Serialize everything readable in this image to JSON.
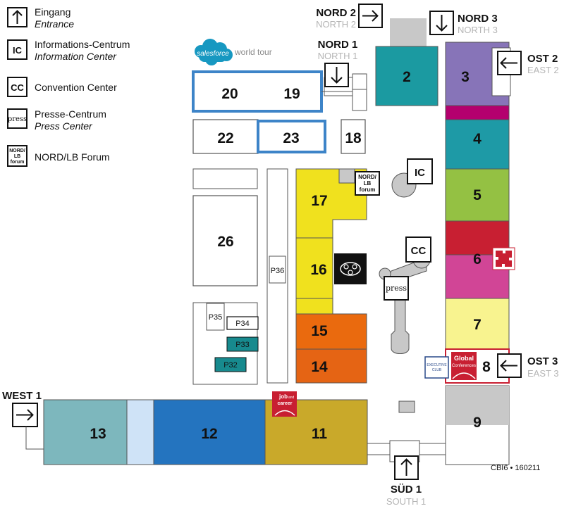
{
  "legend": {
    "entrance": {
      "symbol": "arrow-up-icon",
      "label": "Eingang",
      "label_en": "Entrance"
    },
    "info": {
      "symbol": "IC",
      "label": "Informations-Centrum",
      "label_en": "Information Center"
    },
    "convention": {
      "symbol": "CC",
      "label": "Convention Center"
    },
    "press": {
      "symbol": "press",
      "label": "Presse-Centrum",
      "label_en": "Press Center"
    },
    "forum": {
      "symbol_lines": [
        "NORD/",
        "LB",
        "forum"
      ],
      "label": "NORD/LB Forum"
    }
  },
  "sponsor_logo": {
    "brand": "salesforce",
    "text": "world tour"
  },
  "halls": {
    "h2": "2",
    "h3": "3",
    "h4": "4",
    "h5": "5",
    "h6": "6",
    "h7": "7",
    "h8": "8",
    "h9": "9",
    "h11": "11",
    "h12": "12",
    "h13": "13",
    "h14": "14",
    "h15": "15",
    "h16": "16",
    "h17": "17",
    "h18": "18",
    "h19": "19",
    "h20": "20",
    "h22": "22",
    "h23": "23",
    "h26": "26"
  },
  "pavilions": {
    "p32": "P32",
    "p33": "P33",
    "p34": "P34",
    "p35": "P35",
    "p36": "P36"
  },
  "markers": {
    "ic": "IC",
    "cc": "CC",
    "press": "press",
    "forum_lines": [
      "NORD/",
      "LB",
      "forum"
    ],
    "executive_lines": [
      "EXECUTIVE",
      "CLUB"
    ],
    "global_lines": [
      "Global",
      "Conferences"
    ],
    "job_lines": [
      "job",
      "and",
      "career"
    ]
  },
  "gates": {
    "nord1": {
      "label": "NORD 1",
      "label_en": "NORTH 1"
    },
    "nord2": {
      "label": "NORD 2",
      "label_en": "NORTH 2"
    },
    "nord3": {
      "label": "NORD 3",
      "label_en": "NORTH 3"
    },
    "ost2": {
      "label": "OST 2",
      "label_en": "EAST 2"
    },
    "ost3": {
      "label": "OST 3",
      "label_en": "EAST 3"
    },
    "west1": {
      "label": "WEST 1"
    },
    "sud1": {
      "label": "SÜD 1",
      "label_en": "SOUTH 1"
    }
  },
  "footnote": "CBI6 • 160211",
  "colors": {
    "hall2": "#1b9aa1",
    "hall3": "#8774b8",
    "hall3_band": "#b4006e",
    "hall4": "#1e9aa6",
    "hall5": "#94c143",
    "hall6_top": "#c81f32",
    "hall6": "#d14596",
    "hall7": "#f8f38f",
    "hall8": "#ffffff",
    "hall9": "#ffffff",
    "hall11": "#c9a92a",
    "hall12": "#2474bf",
    "hall13": "#7db7bd",
    "hall13_strip": "#cfe3f7",
    "hall14": "#e56414",
    "hall15": "#ea6a0e",
    "hall16": "#f0e11e",
    "hall17": "#f0e11e",
    "pavilion_teal": "#178a8e",
    "highlight_blue": "#3d84c8",
    "grey": "#c8c8c8"
  }
}
